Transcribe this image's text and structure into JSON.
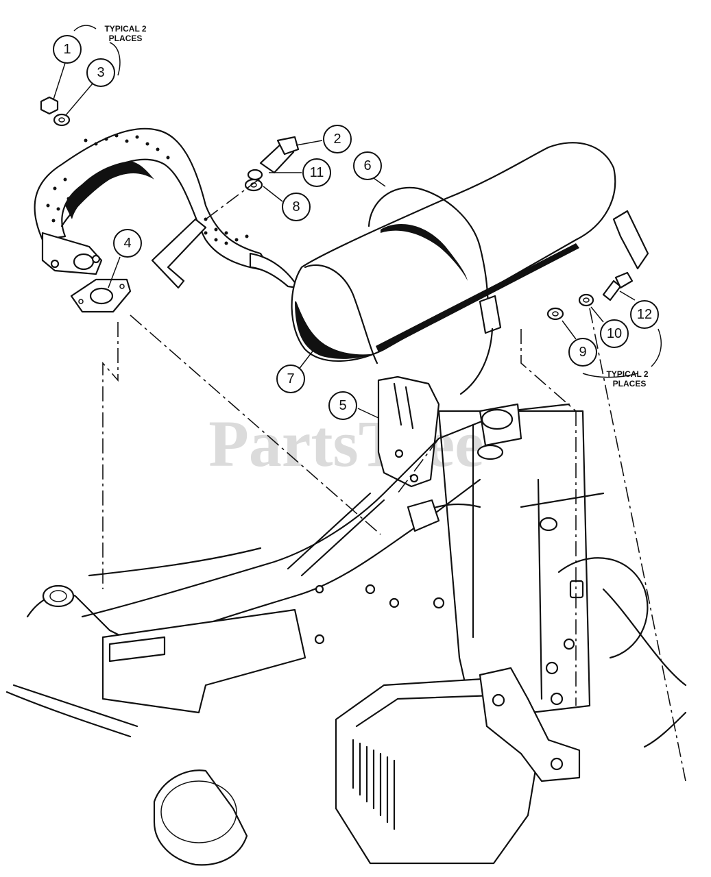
{
  "watermark": "PartsTree",
  "notes": {
    "top_left_line1": "TYPICAL 2",
    "top_left_line2": "PLACES",
    "right_line1": "TYPICAL 2",
    "right_line2": "PLACES"
  },
  "callouts": {
    "c1": "1",
    "c2": "2",
    "c3": "3",
    "c4": "4",
    "c5": "5",
    "c6": "6",
    "c7": "7",
    "c8": "8",
    "c9": "9",
    "c10": "10",
    "c11": "11",
    "c12": "12"
  }
}
